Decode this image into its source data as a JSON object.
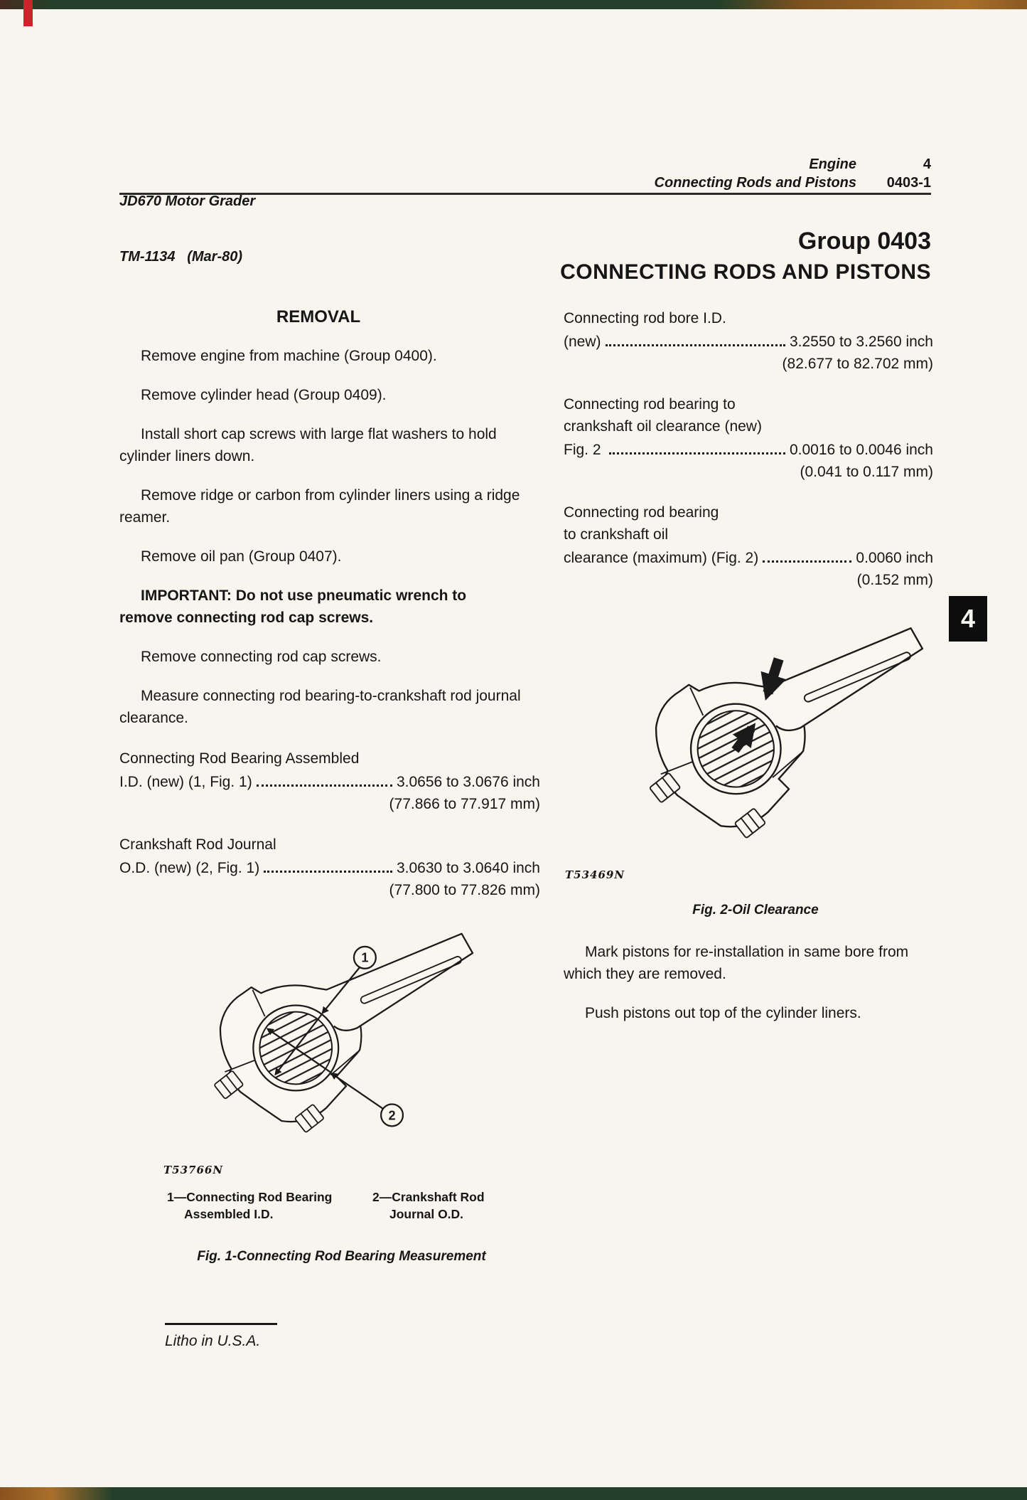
{
  "header": {
    "left_line1": "JD670 Motor Grader",
    "left_line2": "TM-1134   (Mar-80)",
    "right_row1_label": "Engine",
    "right_row1_value": "4",
    "right_row2_label": "Connecting Rods and Pistons",
    "right_row2_value": "0403-1"
  },
  "title": {
    "group": "Group 0403",
    "main": "CONNECTING RODS AND PISTONS"
  },
  "left_column": {
    "heading": "REMOVAL",
    "paragraphs": [
      "Remove engine from machine (Group 0400).",
      "Remove cylinder head (Group 0409).",
      "Install short cap screws with large flat washers to hold cylinder liners down.",
      "Remove ridge or carbon from cylinder liners using a ridge reamer.",
      "Remove oil pan (Group 0407)."
    ],
    "important": "IMPORTANT: Do not use pneumatic wrench to remove connecting rod cap screws.",
    "paragraphs2": [
      "Remove connecting rod cap screws.",
      "Measure connecting rod bearing-to-crankshaft rod journal clearance."
    ],
    "specs": [
      {
        "line1": "Connecting Rod Bearing Assembled",
        "line2": "I.D. (new) (1, Fig. 1)",
        "value": "3.0656 to 3.0676 inch",
        "metric": "(77.866 to 77.917 mm)"
      },
      {
        "line1": "Crankshaft Rod Journal",
        "line2": "O.D. (new) (2, Fig. 1)",
        "value": "3.0630 to 3.0640 inch",
        "metric": "(77.800 to 77.826 mm)"
      }
    ],
    "figure1": {
      "photo_id": "T53766N",
      "callout1": "1",
      "callout2": "2",
      "legend1": "1—Connecting Rod Bearing Assembled I.D.",
      "legend2": "2—Crankshaft Rod Journal O.D.",
      "caption": "Fig. 1-Connecting Rod Bearing Measurement"
    },
    "litho": "Litho in U.S.A."
  },
  "right_column": {
    "specs": [
      {
        "lines": [
          "Connecting rod bore I.D."
        ],
        "line_last": "(new)",
        "value": "3.2550 to 3.2560 inch",
        "metric": "(82.677 to 82.702 mm)"
      },
      {
        "lines": [
          "Connecting rod bearing to",
          "crankshaft oil clearance (new)"
        ],
        "line_last": "Fig. 2 ",
        "value": "0.0016 to 0.0046 inch",
        "metric": "(0.041 to 0.117 mm)"
      },
      {
        "lines": [
          "Connecting rod bearing",
          "to crankshaft oil"
        ],
        "line_last": "clearance (maximum) (Fig. 2)",
        "value": "0.0060 inch",
        "metric": "(0.152 mm)"
      }
    ],
    "figure2": {
      "photo_id": "T53469N",
      "caption": "Fig. 2-Oil Clearance"
    },
    "paragraphs": [
      "Mark pistons for re-installation in same bore from which they are removed.",
      "Push pistons out top of the cylinder liners."
    ],
    "tab_number": "4"
  }
}
